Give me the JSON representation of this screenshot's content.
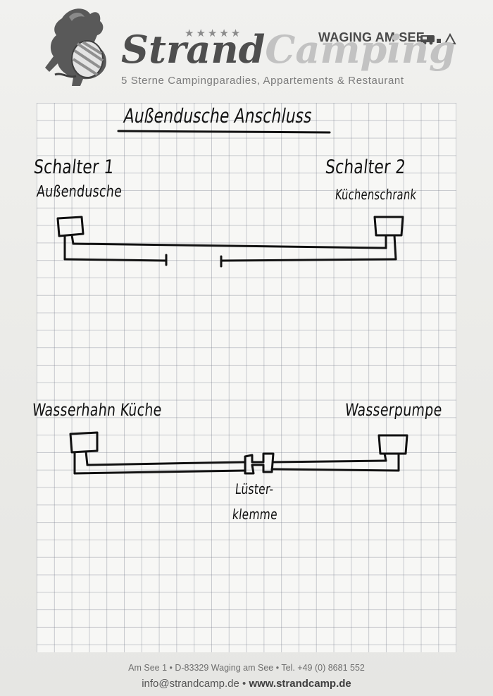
{
  "letterhead": {
    "stars": "★★★★★",
    "brand_part1": "Strand",
    "brand_part2": "Camping",
    "location": "WAGING AM SEE",
    "tagline": "5 Sterne Campingparadies, Appartements & Restaurant",
    "logo_icon": "lion-coat-of-arms-icon",
    "camper_icon": "camper-tent-icon"
  },
  "sketch": {
    "title": "Außendusche Anschluss",
    "switch1_label": "Schalter 1",
    "switch1_sub": "Außendusche",
    "switch2_label": "Schalter 2",
    "switch2_sub": "Küchenschrank",
    "tap_label": "Wasserhahn Küche",
    "pump_label": "Wasserpumpe",
    "connector_line1": "Lüster-",
    "connector_line2": "klemme"
  },
  "footer": {
    "address": "Am See 1 • D-83329 Waging am See • Tel. +49 (0) 8681 552",
    "email": "info@strandcamp.de",
    "separator": " • ",
    "website": "www.strandcamp.de"
  },
  "colors": {
    "ink": "#111111",
    "brand_dark": "#4e4e4e",
    "brand_light": "#c2c2c2",
    "grid_line": "#8c919e"
  }
}
